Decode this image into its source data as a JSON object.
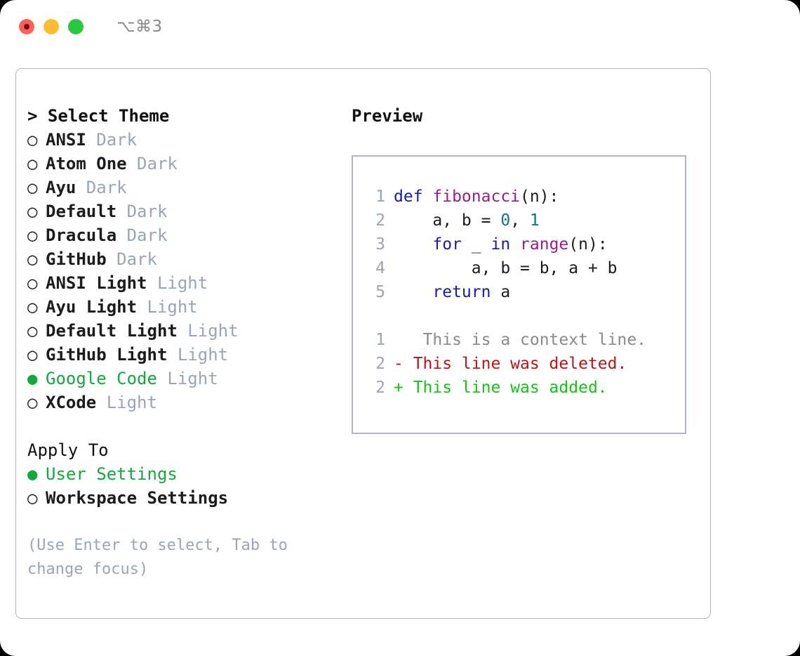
{
  "titlebar": {
    "shortcut": "⌥⌘3",
    "buttons": {
      "close": "close",
      "minimize": "minimize",
      "zoom": "zoom"
    }
  },
  "theme_picker": {
    "heading": "> Select Theme",
    "bullet_selected": "●",
    "bullet_unselected": "○",
    "items": [
      {
        "name": "ANSI",
        "category": "Dark",
        "selected": false
      },
      {
        "name": "Atom One",
        "category": "Dark",
        "selected": false
      },
      {
        "name": "Ayu",
        "category": "Dark",
        "selected": false
      },
      {
        "name": "Default",
        "category": "Dark",
        "selected": false
      },
      {
        "name": "Dracula",
        "category": "Dark",
        "selected": false
      },
      {
        "name": "GitHub",
        "category": "Dark",
        "selected": false
      },
      {
        "name": "ANSI Light",
        "category": "Light",
        "selected": false
      },
      {
        "name": "Ayu Light",
        "category": "Light",
        "selected": false
      },
      {
        "name": "Default Light",
        "category": "Light",
        "selected": false
      },
      {
        "name": "GitHub Light",
        "category": "Light",
        "selected": false
      },
      {
        "name": "Google Code",
        "category": "Light",
        "selected": true
      },
      {
        "name": "XCode",
        "category": "Light",
        "selected": false
      }
    ]
  },
  "apply_to": {
    "heading": "Apply To",
    "items": [
      {
        "name": "User Settings",
        "selected": true
      },
      {
        "name": "Workspace Settings",
        "selected": false
      }
    ]
  },
  "hint": "(Use Enter to select, Tab to change focus)",
  "preview": {
    "heading": "Preview",
    "code_lines": [
      {
        "ln": "1",
        "tokens": [
          {
            "t": "def ",
            "c": "kw"
          },
          {
            "t": "fibonacci",
            "c": "fn"
          },
          {
            "t": "(n):",
            "c": ""
          }
        ]
      },
      {
        "ln": "2",
        "tokens": [
          {
            "t": "    a, b = ",
            "c": ""
          },
          {
            "t": "0",
            "c": "num"
          },
          {
            "t": ", ",
            "c": ""
          },
          {
            "t": "1",
            "c": "num"
          }
        ]
      },
      {
        "ln": "3",
        "tokens": [
          {
            "t": "    ",
            "c": ""
          },
          {
            "t": "for",
            "c": "kw"
          },
          {
            "t": " _ ",
            "c": ""
          },
          {
            "t": "in",
            "c": "kw"
          },
          {
            "t": " ",
            "c": ""
          },
          {
            "t": "range",
            "c": "fn"
          },
          {
            "t": "(n):",
            "c": ""
          }
        ]
      },
      {
        "ln": "4",
        "tokens": [
          {
            "t": "        a, b = b, a + b",
            "c": ""
          }
        ]
      },
      {
        "ln": "5",
        "tokens": [
          {
            "t": "    ",
            "c": ""
          },
          {
            "t": "return",
            "c": "kw"
          },
          {
            "t": " a",
            "c": ""
          }
        ]
      }
    ],
    "diff_lines": [
      {
        "ln": "1",
        "marker": " ",
        "text": "  This is a context line.",
        "c": "ctx"
      },
      {
        "ln": "2",
        "marker": "-",
        "text": " This line was deleted.",
        "c": "del"
      },
      {
        "ln": "2",
        "marker": "+",
        "text": " This line was added.",
        "c": "add"
      }
    ]
  },
  "colors": {
    "accent_green": "#14a83c",
    "muted": "#9aa5b4",
    "border": "#adb6c4",
    "keyword": "#1a1aa6",
    "function": "#9c1a8c",
    "number": "#0a7a76",
    "deleted": "#b81414",
    "added": "#13c413"
  }
}
